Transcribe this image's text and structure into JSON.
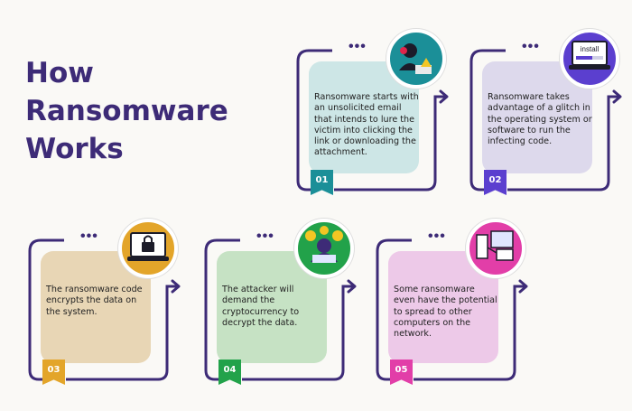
{
  "title": [
    "How",
    "Ransomware",
    "Works"
  ],
  "steps": [
    {
      "number": "01",
      "text": "Ransomware starts with an unsolicited email that intends to lure the victim into clicking the link or downloading the attachment.",
      "icon": "hacker-laptop-icon",
      "card_color": "#cde6e6",
      "accent": "#1b8f98"
    },
    {
      "number": "02",
      "text": "Ransomware takes advantage of a glitch in the operating system or software to run the infecting code.",
      "icon": "install-laptop-icon",
      "card_color": "#ddd9ec",
      "accent": "#5b3fcf",
      "icon_label": "install"
    },
    {
      "number": "03",
      "text": "The ransomware code encrypts the data on the system.",
      "icon": "lock-laptop-icon",
      "card_color": "#e8d6b5",
      "accent": "#e3a52a"
    },
    {
      "number": "04",
      "text": "The attacker will demand the cryptocurrency to decrypt the data.",
      "icon": "crypto-attacker-icon",
      "card_color": "#c6e2c4",
      "accent": "#22a24a"
    },
    {
      "number": "05",
      "text": "Some ransomware even have the potential to spread to other computers on the network.",
      "icon": "network-computers-icon",
      "card_color": "#edc9e8",
      "accent": "#e23ea8"
    }
  ],
  "colors": {
    "frame": "#3d2b77",
    "title": "#3d2b77"
  }
}
